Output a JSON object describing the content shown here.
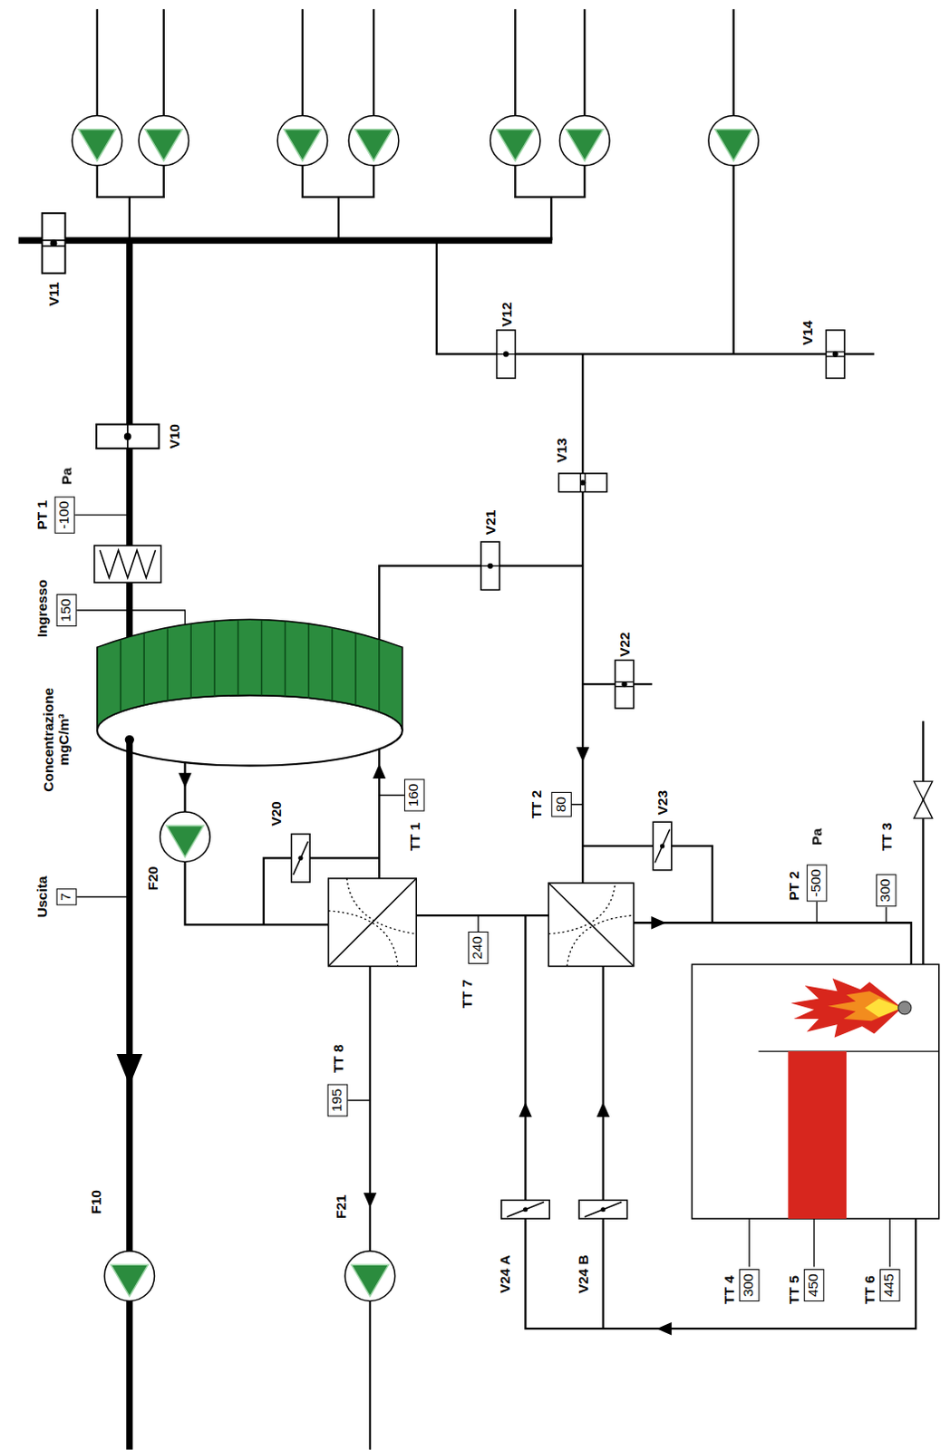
{
  "diagram": {
    "nodes": [
      {
        "text": [
          "-100"
        ]
      },
      {
        "text": [
          "150"
        ]
      },
      {
        "text": [
          "7"
        ]
      },
      {
        "text": [
          "160"
        ]
      },
      {
        "text": [
          "80"
        ]
      },
      {
        "text": [
          "240"
        ]
      },
      {
        "text": [
          "195"
        ]
      },
      {
        "text": [
          "-500"
        ]
      },
      {
        "text": [
          "300"
        ]
      },
      {
        "text": [
          "300"
        ]
      },
      {
        "text": [
          "450"
        ]
      },
      {
        "text": [
          "445"
        ]
      }
    ],
    "labels": [
      "V11",
      "V12",
      "V14",
      "V10",
      "V13",
      "PT 1",
      "Pa",
      "V21",
      "Ingresso",
      "V22",
      "Concentrazione mgC/m³",
      "V20",
      "TT 1",
      "TT 2",
      "V23",
      "PT 2",
      "Pa",
      "TT 3",
      "F20",
      "Uscita",
      "TT 7",
      "TT 8",
      "F10",
      "F21",
      "V24 A",
      "V24 B",
      "TT 4",
      "TT 5",
      "TT 6"
    ]
  }
}
